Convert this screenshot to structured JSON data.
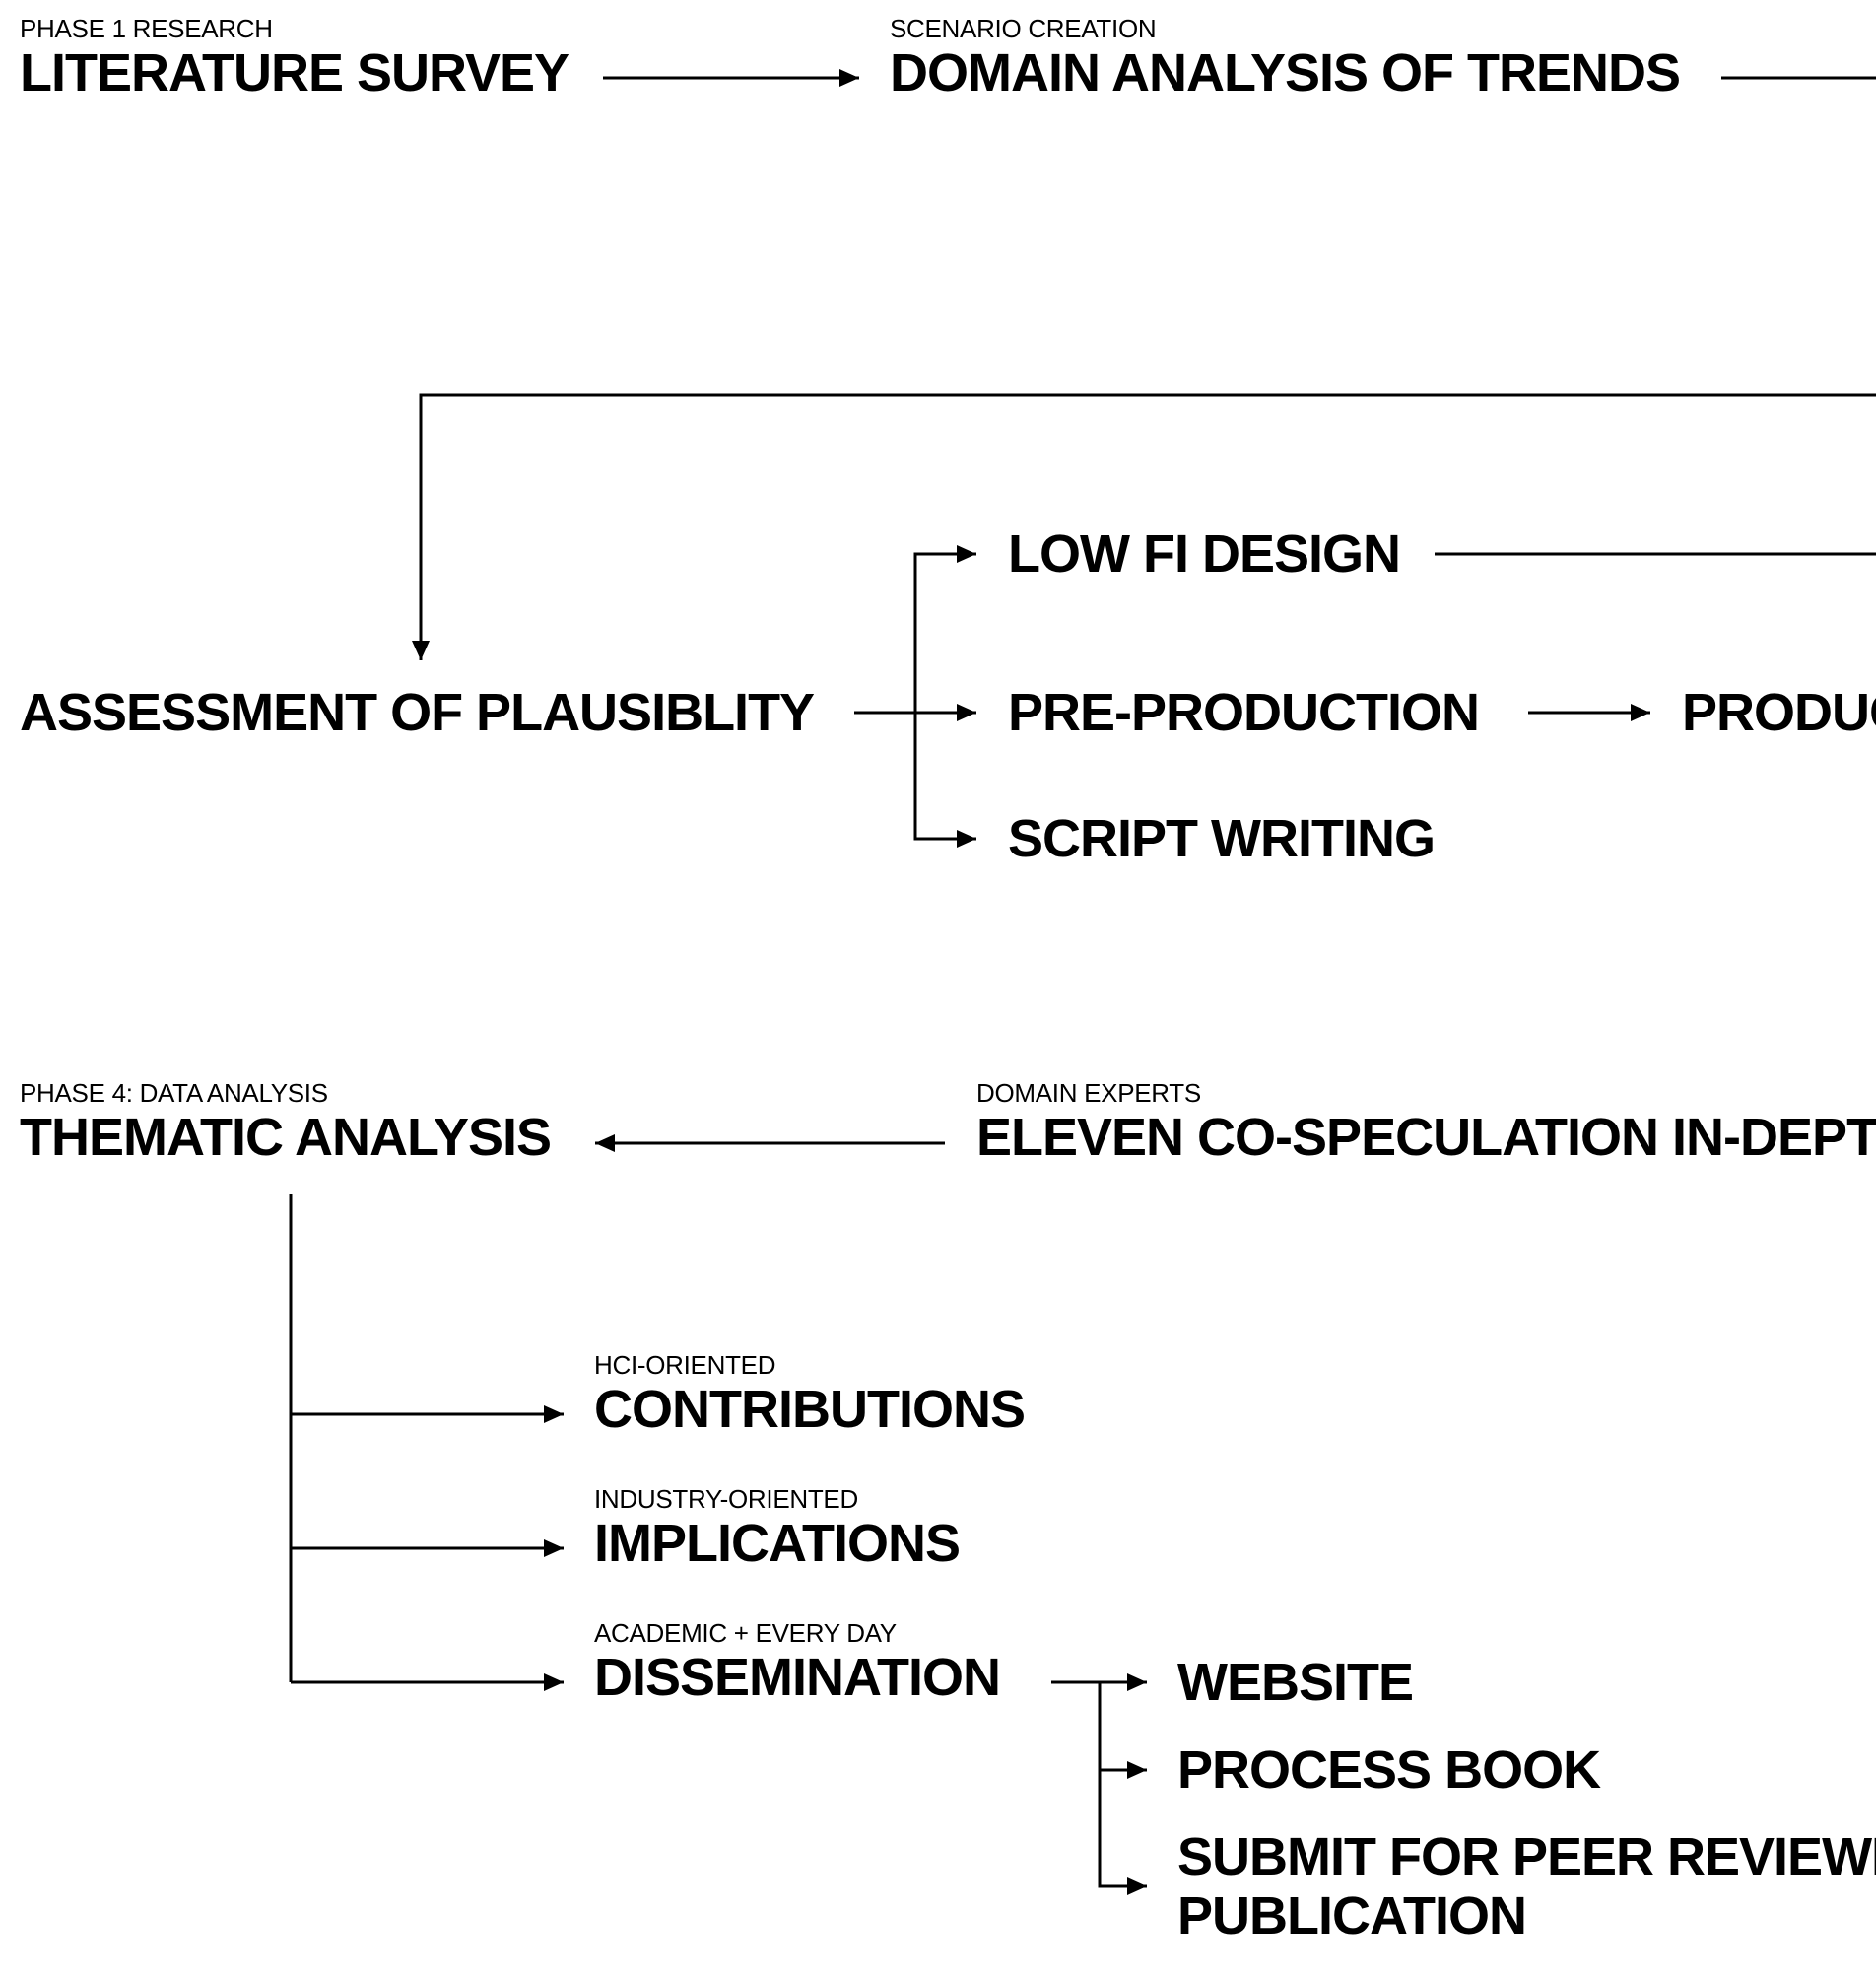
{
  "diagram": {
    "nodes": {
      "literature_survey": {
        "caption": "PHASE 1 RESEARCH",
        "title": "LITERATURE SURVEY"
      },
      "domain_analysis": {
        "caption": "SCENARIO CREATION",
        "title": "DOMAIN ANALYSIS OF TRENDS"
      },
      "assessment": {
        "title": "ASSESSMENT OF PLAUSIBLITY"
      },
      "low_fi_design": {
        "title": "LOW FI DESIGN"
      },
      "pre_production": {
        "title": "PRE-PRODUCTION"
      },
      "production": {
        "title": "PRODUC"
      },
      "script_writing": {
        "title": "SCRIPT WRITING"
      },
      "thematic_analysis": {
        "caption": "PHASE 4: DATA ANALYSIS",
        "title": "THEMATIC ANALYSIS"
      },
      "co_speculation": {
        "caption": "DOMAIN EXPERTS",
        "title": "ELEVEN CO-SPECULATION IN-DEPT"
      },
      "contributions": {
        "caption": "HCI-ORIENTED",
        "title": "CONTRIBUTIONS"
      },
      "implications": {
        "caption": "INDUSTRY-ORIENTED",
        "title": "IMPLICATIONS"
      },
      "dissemination": {
        "caption": "ACADEMIC + EVERY DAY",
        "title": "DISSEMINATION"
      },
      "website": {
        "title": "WEBSITE"
      },
      "process_book": {
        "title": "PROCESS BOOK"
      },
      "peer_review": {
        "title_line1": "SUBMIT FOR PEER REVIEWI",
        "title_line2": "PUBLICATION"
      }
    },
    "colors": {
      "ink": "#000000",
      "background": "#ffffff"
    }
  }
}
